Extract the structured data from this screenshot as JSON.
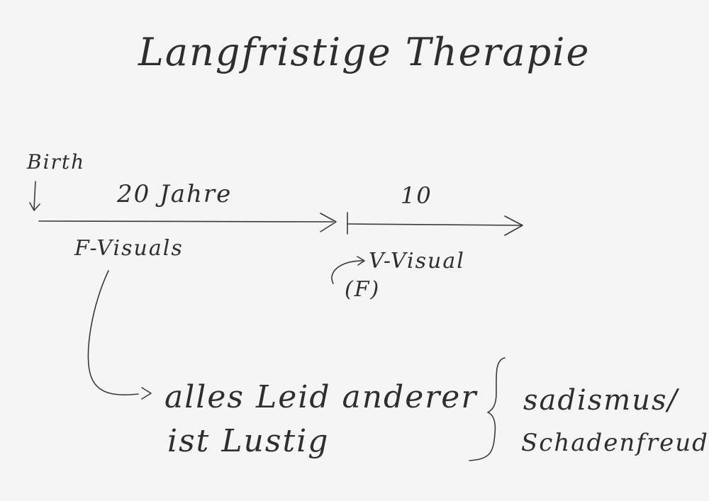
{
  "title": "Langfristige Therapie",
  "timeline": {
    "start_label": "Birth",
    "segment1_label": "20 Jahre",
    "segment2_label": "10",
    "below_segment1": "F-Visuals",
    "below_segment2": "V-Visual",
    "circled": "(F)"
  },
  "consequence": {
    "line1": "alles Leid anderer",
    "line2": "ist Lustig",
    "result_line1": "sadismus/",
    "result_line2": "Schadenfreude"
  },
  "colors": {
    "ink": "#2e2e2e",
    "paper": "#f5f5f5"
  }
}
